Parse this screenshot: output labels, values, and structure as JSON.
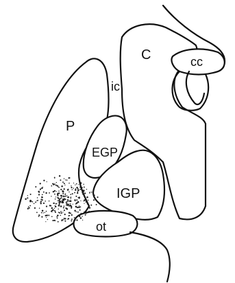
{
  "labels": {
    "putamen": "P",
    "internal_capsule": "ic",
    "caudate": "C",
    "corpus_callosum": "cc",
    "external_globus_pallidus": "EGP",
    "internal_globus_pallidus": "IGP",
    "optic_tract": "ot"
  },
  "colors": {
    "ink": "#111111",
    "background": "#ffffff"
  }
}
